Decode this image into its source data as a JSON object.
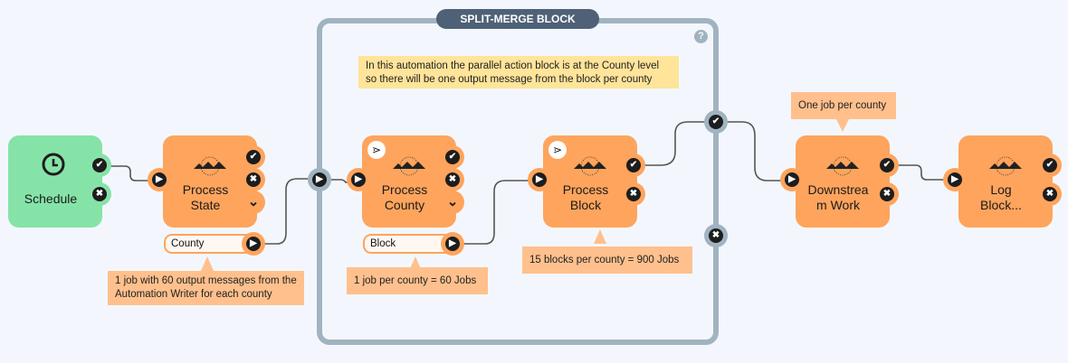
{
  "split_merge_block": {
    "title": "SPLIT-MERGE BLOCK",
    "help_icon": "question-circle-icon",
    "note": "In this automation the parallel action block is at the County level so there will be one output message from the block per county"
  },
  "nodes": [
    {
      "id": "schedule",
      "label": "Schedule",
      "icon": "clock-icon",
      "color": "#86e3a8"
    },
    {
      "id": "process-state",
      "label": "Process State",
      "icon": "fme-logo-icon",
      "color": "#fea45d",
      "output_attribute": "County",
      "note": "1 job with 60 output messages from the Automation Writer for each county"
    },
    {
      "id": "process-county",
      "label": "Process County",
      "icon": "fme-logo-icon",
      "color": "#fea45d",
      "output_attribute": "Block",
      "note": "1 job per county = 60 Jobs",
      "split_icon": "split-arrow-icon"
    },
    {
      "id": "process-block",
      "label": "Process Block",
      "icon": "fme-logo-icon",
      "color": "#fea45d",
      "note": "15 blocks per county = 900 Jobs",
      "split_icon": "split-arrow-icon"
    },
    {
      "id": "downstream-work",
      "label": "Downstrea m  Work",
      "icon": "fme-logo-icon",
      "color": "#fea45d",
      "note": "One job per county"
    },
    {
      "id": "log-block",
      "label": "Log Block...",
      "icon": "fme-logo-icon",
      "color": "#fea45d"
    }
  ],
  "port_glyphs": {
    "success": "✔",
    "failure": "✖",
    "input": "▶",
    "expand": "⌄",
    "split": "⋗"
  },
  "colors": {
    "canvas": "#f3f7fd",
    "action": "#fea45d",
    "trigger": "#86e3a8",
    "note": "#ffc08d",
    "block_note": "#ffe49a",
    "block_frame": "#a1b3c1",
    "block_title": "#4e6177"
  }
}
